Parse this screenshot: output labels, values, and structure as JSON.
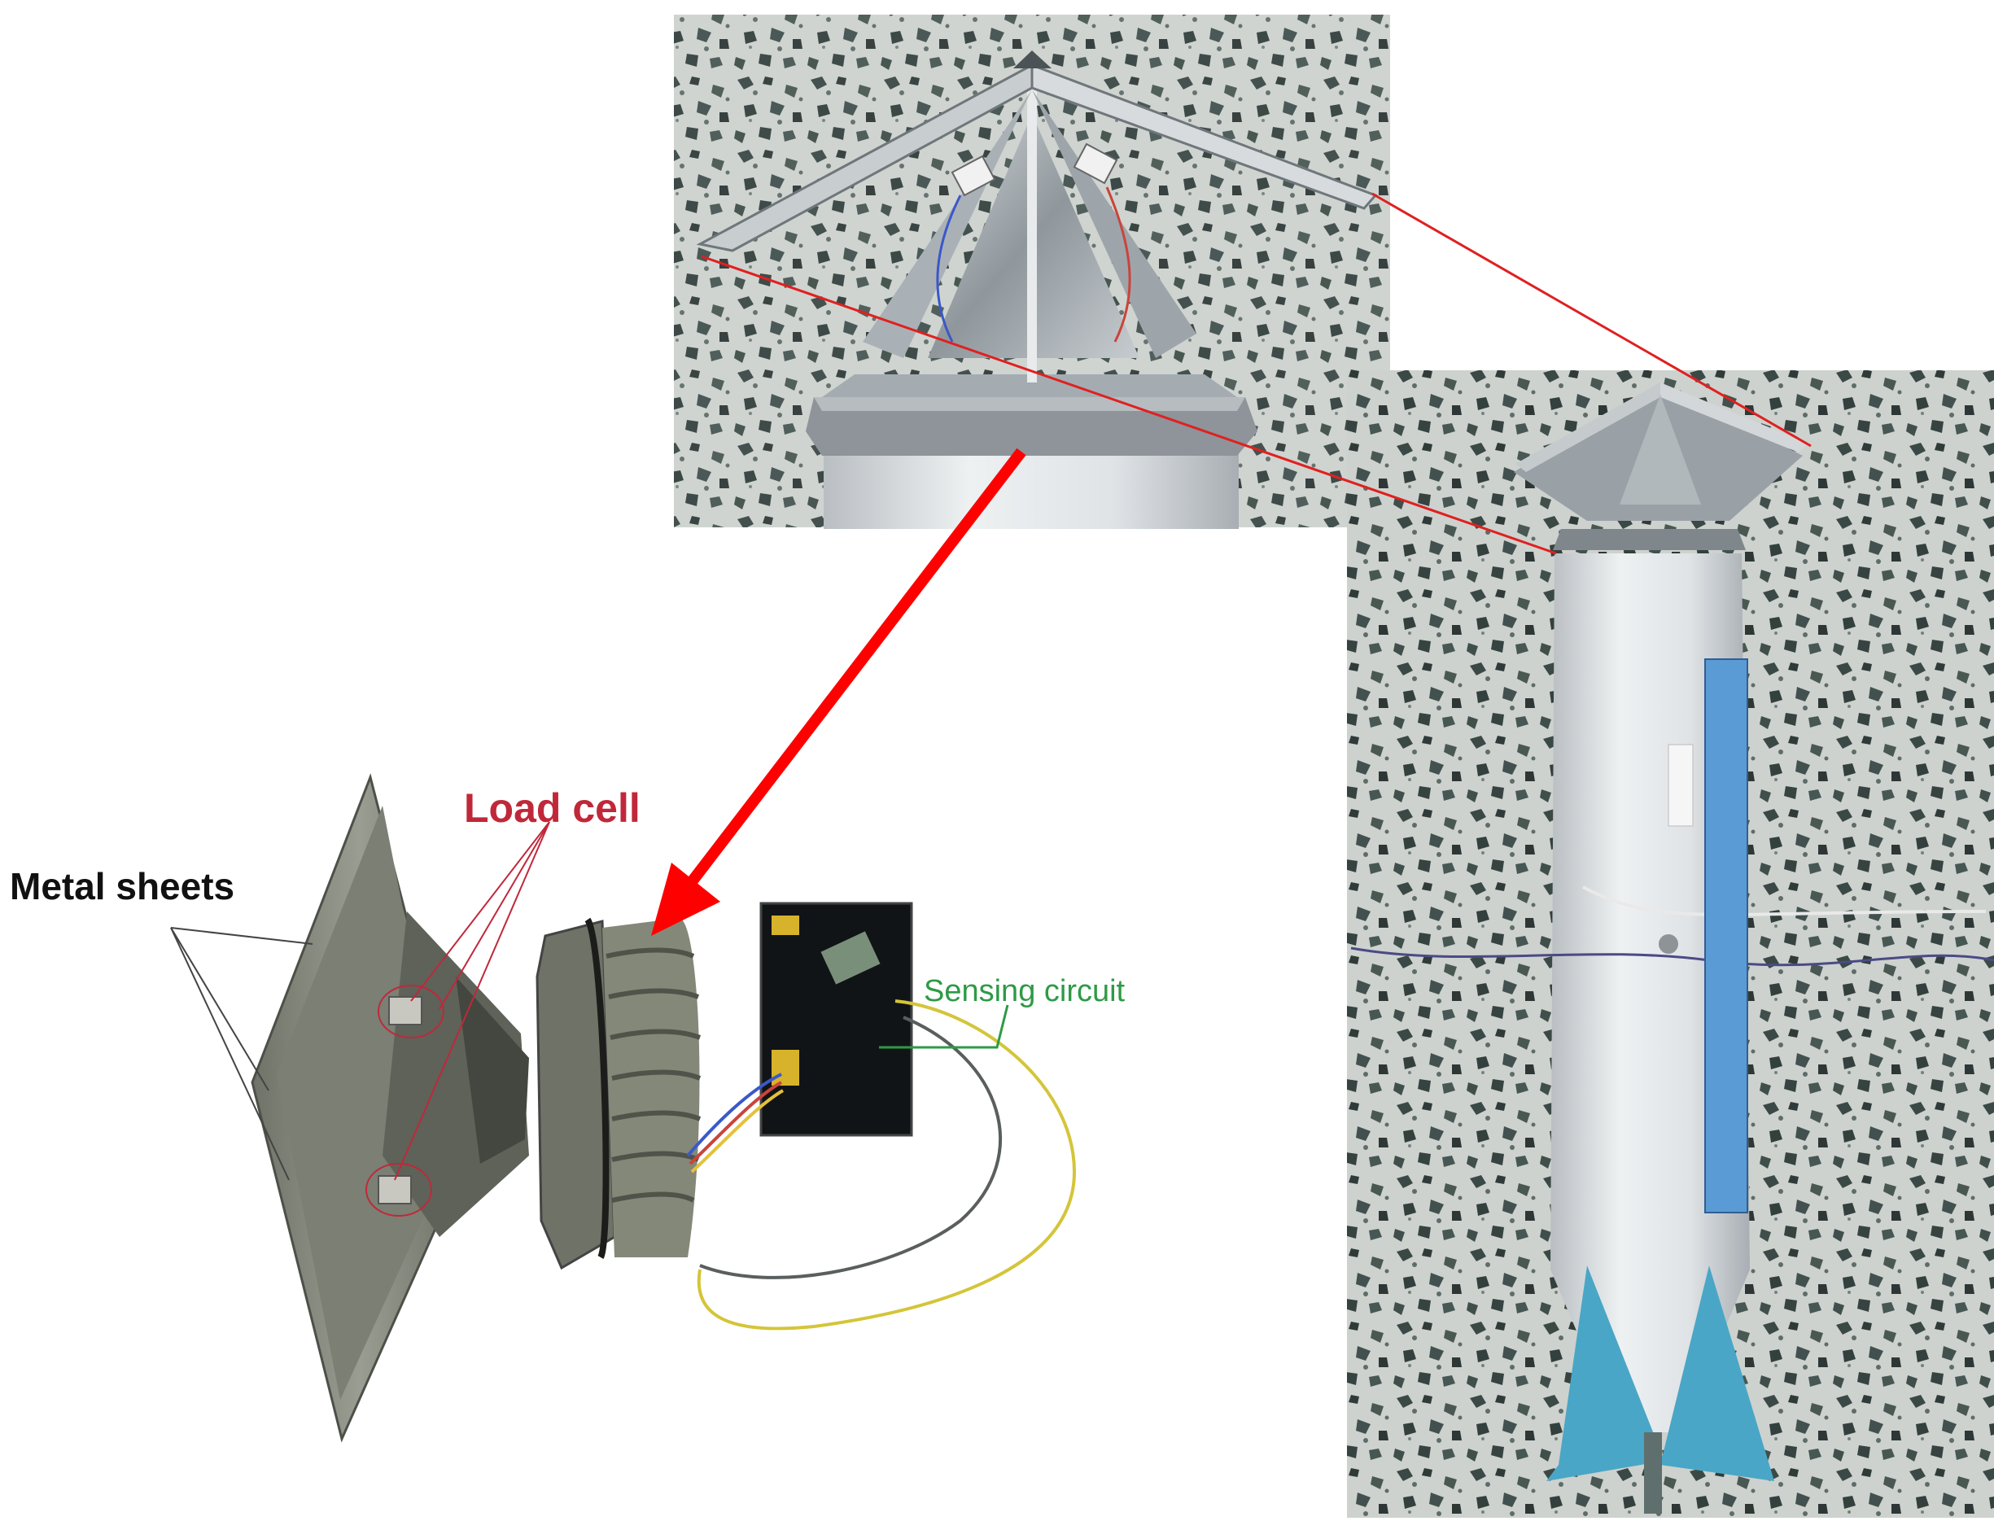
{
  "labels": {
    "load_cell": "Load cell",
    "metal_sheets": "Metal sheets",
    "sensing_circuit": "Sensing circuit"
  },
  "colors": {
    "load_cell_label": "#c0283a",
    "sensing_circuit_label": "#2e9a46",
    "metal_sheets_label": "#111111",
    "connector_lines": "#e02020",
    "arrow": "#ff0000",
    "blue_bar": "#5b9bd5",
    "fins": "#4aa6c6",
    "terrazzo_bg": "#c8cfc9"
  },
  "icons": {
    "arrow": "arrow-down-left-icon"
  }
}
